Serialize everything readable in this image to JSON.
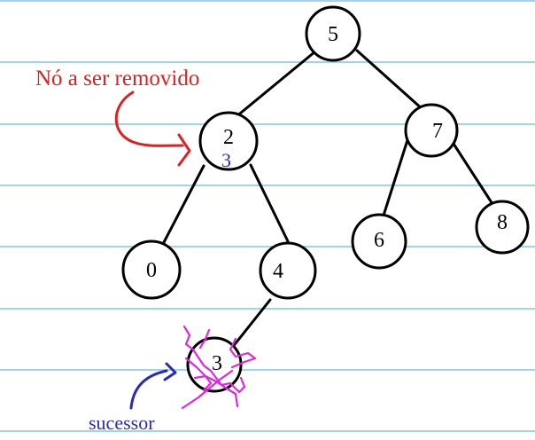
{
  "nodes": {
    "n5": "5",
    "n2": "2",
    "n7": "7",
    "n0": "0",
    "n4": "4",
    "n6": "6",
    "n8": "8",
    "n3": "3"
  },
  "annotations": {
    "removed_label": "Nó a ser removido",
    "successor_label": "sucessor",
    "replacement_mark": "3"
  },
  "colors": {
    "ruled_line": "#9fd3ef",
    "removed_annotation": "#e02020",
    "successor_annotation": "#2a2ab8",
    "cross_out": "#e026e0"
  }
}
